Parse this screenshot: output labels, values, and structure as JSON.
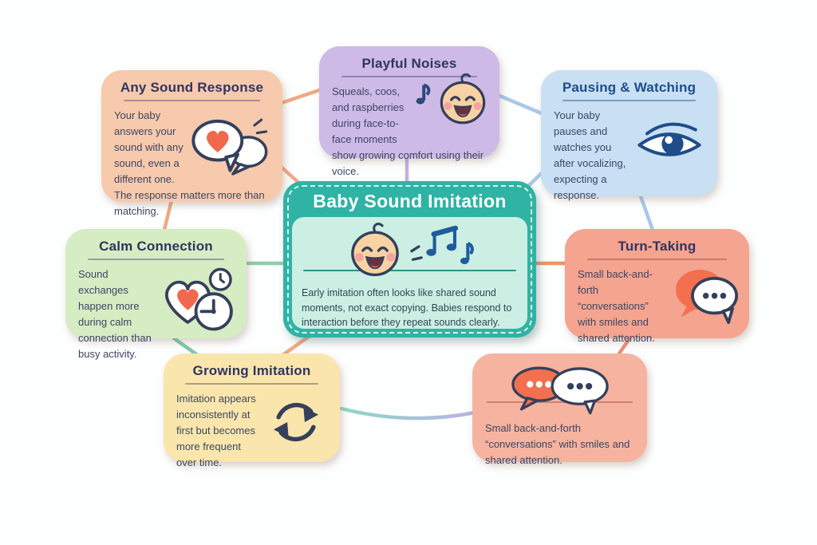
{
  "diagram_title": "Baby Sound Imitation",
  "center": {
    "title": "Baby Sound Imitation",
    "body": "Early imitation often looks like shared sound moments, not exact copying. Babies respond to interaction before they repeat sounds clearly.",
    "icons": [
      "baby-face-icon",
      "music-notes-icon"
    ]
  },
  "cards": {
    "any_sound": {
      "title": "Any Sound Response",
      "body": "Your baby answers your sound with any sound, even a different one. The response matters more than matching.",
      "icon": "speech-bubbles-heart-icon"
    },
    "playful": {
      "title": "Playful Noises",
      "body": "Squeals, coos, and raspberries during face-to-face moments show growing comfort using their voice.",
      "icon": "baby-face-music-note-icon"
    },
    "pausing": {
      "title": "Pausing & Watching",
      "body": "Your baby pauses and watches you after vocalizing, expecting a response.",
      "icon": "eye-icon"
    },
    "calm": {
      "title": "Calm Connection",
      "body": "Sound exchanges happen more during calm connection than busy activity.",
      "icon": "heart-bubble-clock-icon"
    },
    "turn_taking": {
      "title": "Turn-Taking",
      "body": "Small back-and-forth “conversations” with smiles and shared attention.",
      "icon": "chat-bubbles-icon"
    },
    "growing": {
      "title": "Growing Imitation",
      "body": "Imitation appears inconsistently at first but becomes more frequent over time.",
      "icon": "circular-arrows-icon"
    },
    "conversations": {
      "body": "Small back-and-forth “conversations” with smiles and shared attention.",
      "icon": "chat-bubbles-dots-icon"
    }
  },
  "palette": {
    "background": "#FDFEFE",
    "center_teal": "#2FB3A4",
    "center_inner_mint": "#CBEFE3",
    "any_sound_peach": "#F7C9AD",
    "playful_lavender": "#CDBAE7",
    "pausing_blue": "#C8DFF4",
    "calm_green": "#D6ECC3",
    "turn_salmon": "#F4A48F",
    "growing_yellow": "#FAE6AC",
    "conversations_salmon": "#F6B3A0",
    "title_navy": "#2F3560",
    "pausing_title_blue": "#1D4E89",
    "body_slate": "#3C4663",
    "heart_orange": "#F2684C",
    "bubble_orange": "#F2704F",
    "note_blue": "#1F5C9E",
    "outline_navy": "#35405A"
  },
  "connector_colors": {
    "peach": "#F0A983",
    "lavender": "#C3B0E2",
    "blue": "#A8C8EA",
    "green": "#8FCDA9",
    "orange": "#EF9469",
    "salmon": "#EE8F75",
    "bottom_arc_gradient": [
      "#8FD6C6",
      "#BBB2E4"
    ]
  }
}
